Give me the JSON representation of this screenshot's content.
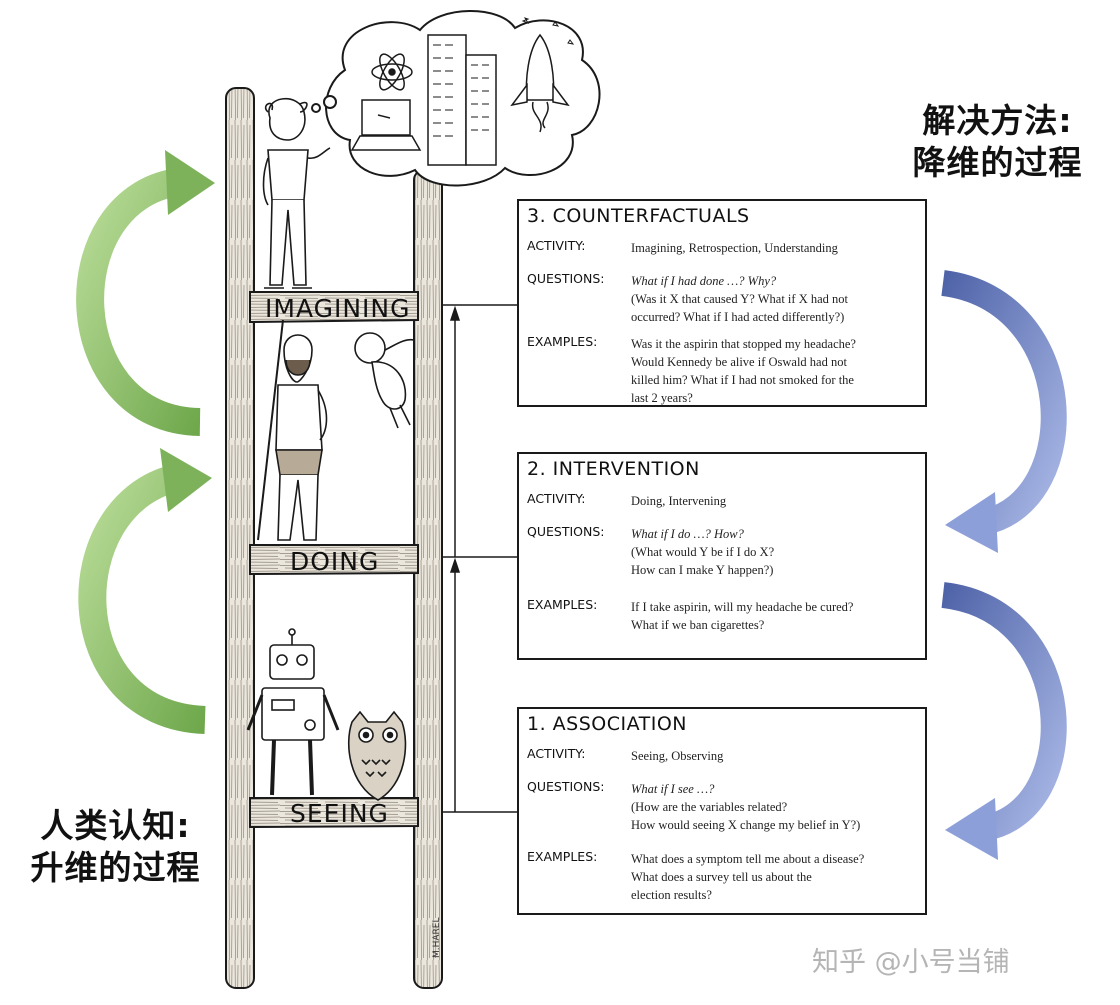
{
  "annotations": {
    "right_title": [
      "解决方法:",
      "降维的过程"
    ],
    "left_title": [
      "人类认知:",
      "升维的过程"
    ]
  },
  "ladder": {
    "rungs": [
      "IMAGINING",
      "DOING",
      "SEEING"
    ],
    "signature": "M.HAREL"
  },
  "boxes": [
    {
      "title": "3. COUNTERFACTUALS",
      "activity_key": "ACTIVITY:",
      "activity": "Imagining, Retrospection, Understanding",
      "questions_key": "QUESTIONS:",
      "questions_italic": "What if I had done …? Why?",
      "questions_lines": [
        "(Was it X that caused Y? What if X had not",
        "occurred? What if I had acted differently?)"
      ],
      "examples_key": "EXAMPLES:",
      "examples_lines": [
        "Was it the aspirin that stopped my headache?",
        "Would Kennedy be alive if Oswald had not",
        "killed him? What if I had not smoked for the",
        "last 2 years?"
      ]
    },
    {
      "title": "2. INTERVENTION",
      "activity_key": "ACTIVITY:",
      "activity": "Doing, Intervening",
      "questions_key": "QUESTIONS:",
      "questions_italic": "What if I do …? How?",
      "questions_lines": [
        "(What would Y be if I do X?",
        "How can I make Y happen?)"
      ],
      "examples_key": "EXAMPLES:",
      "examples_lines": [
        "If I take aspirin, will my headache be cured?",
        "What if we ban cigarettes?"
      ]
    },
    {
      "title": "1. ASSOCIATION",
      "activity_key": "ACTIVITY:",
      "activity": "Seeing, Observing",
      "questions_key": "QUESTIONS:",
      "questions_italic": "What if I see …?",
      "questions_lines": [
        "(How are the variables related?",
        "How would seeing X change my belief in Y?)"
      ],
      "examples_key": "EXAMPLES:",
      "examples_lines": [
        "What does a symptom tell me about a disease?",
        "What does a survey tell us about the",
        "election results?"
      ]
    }
  ],
  "watermark": "知乎 @小号当铺",
  "colors": {
    "green_arrow": "#8cbf6a",
    "blue_arrow": "#6f86c8",
    "ink": "#1a1a1a",
    "wood": "#e9e4da"
  }
}
